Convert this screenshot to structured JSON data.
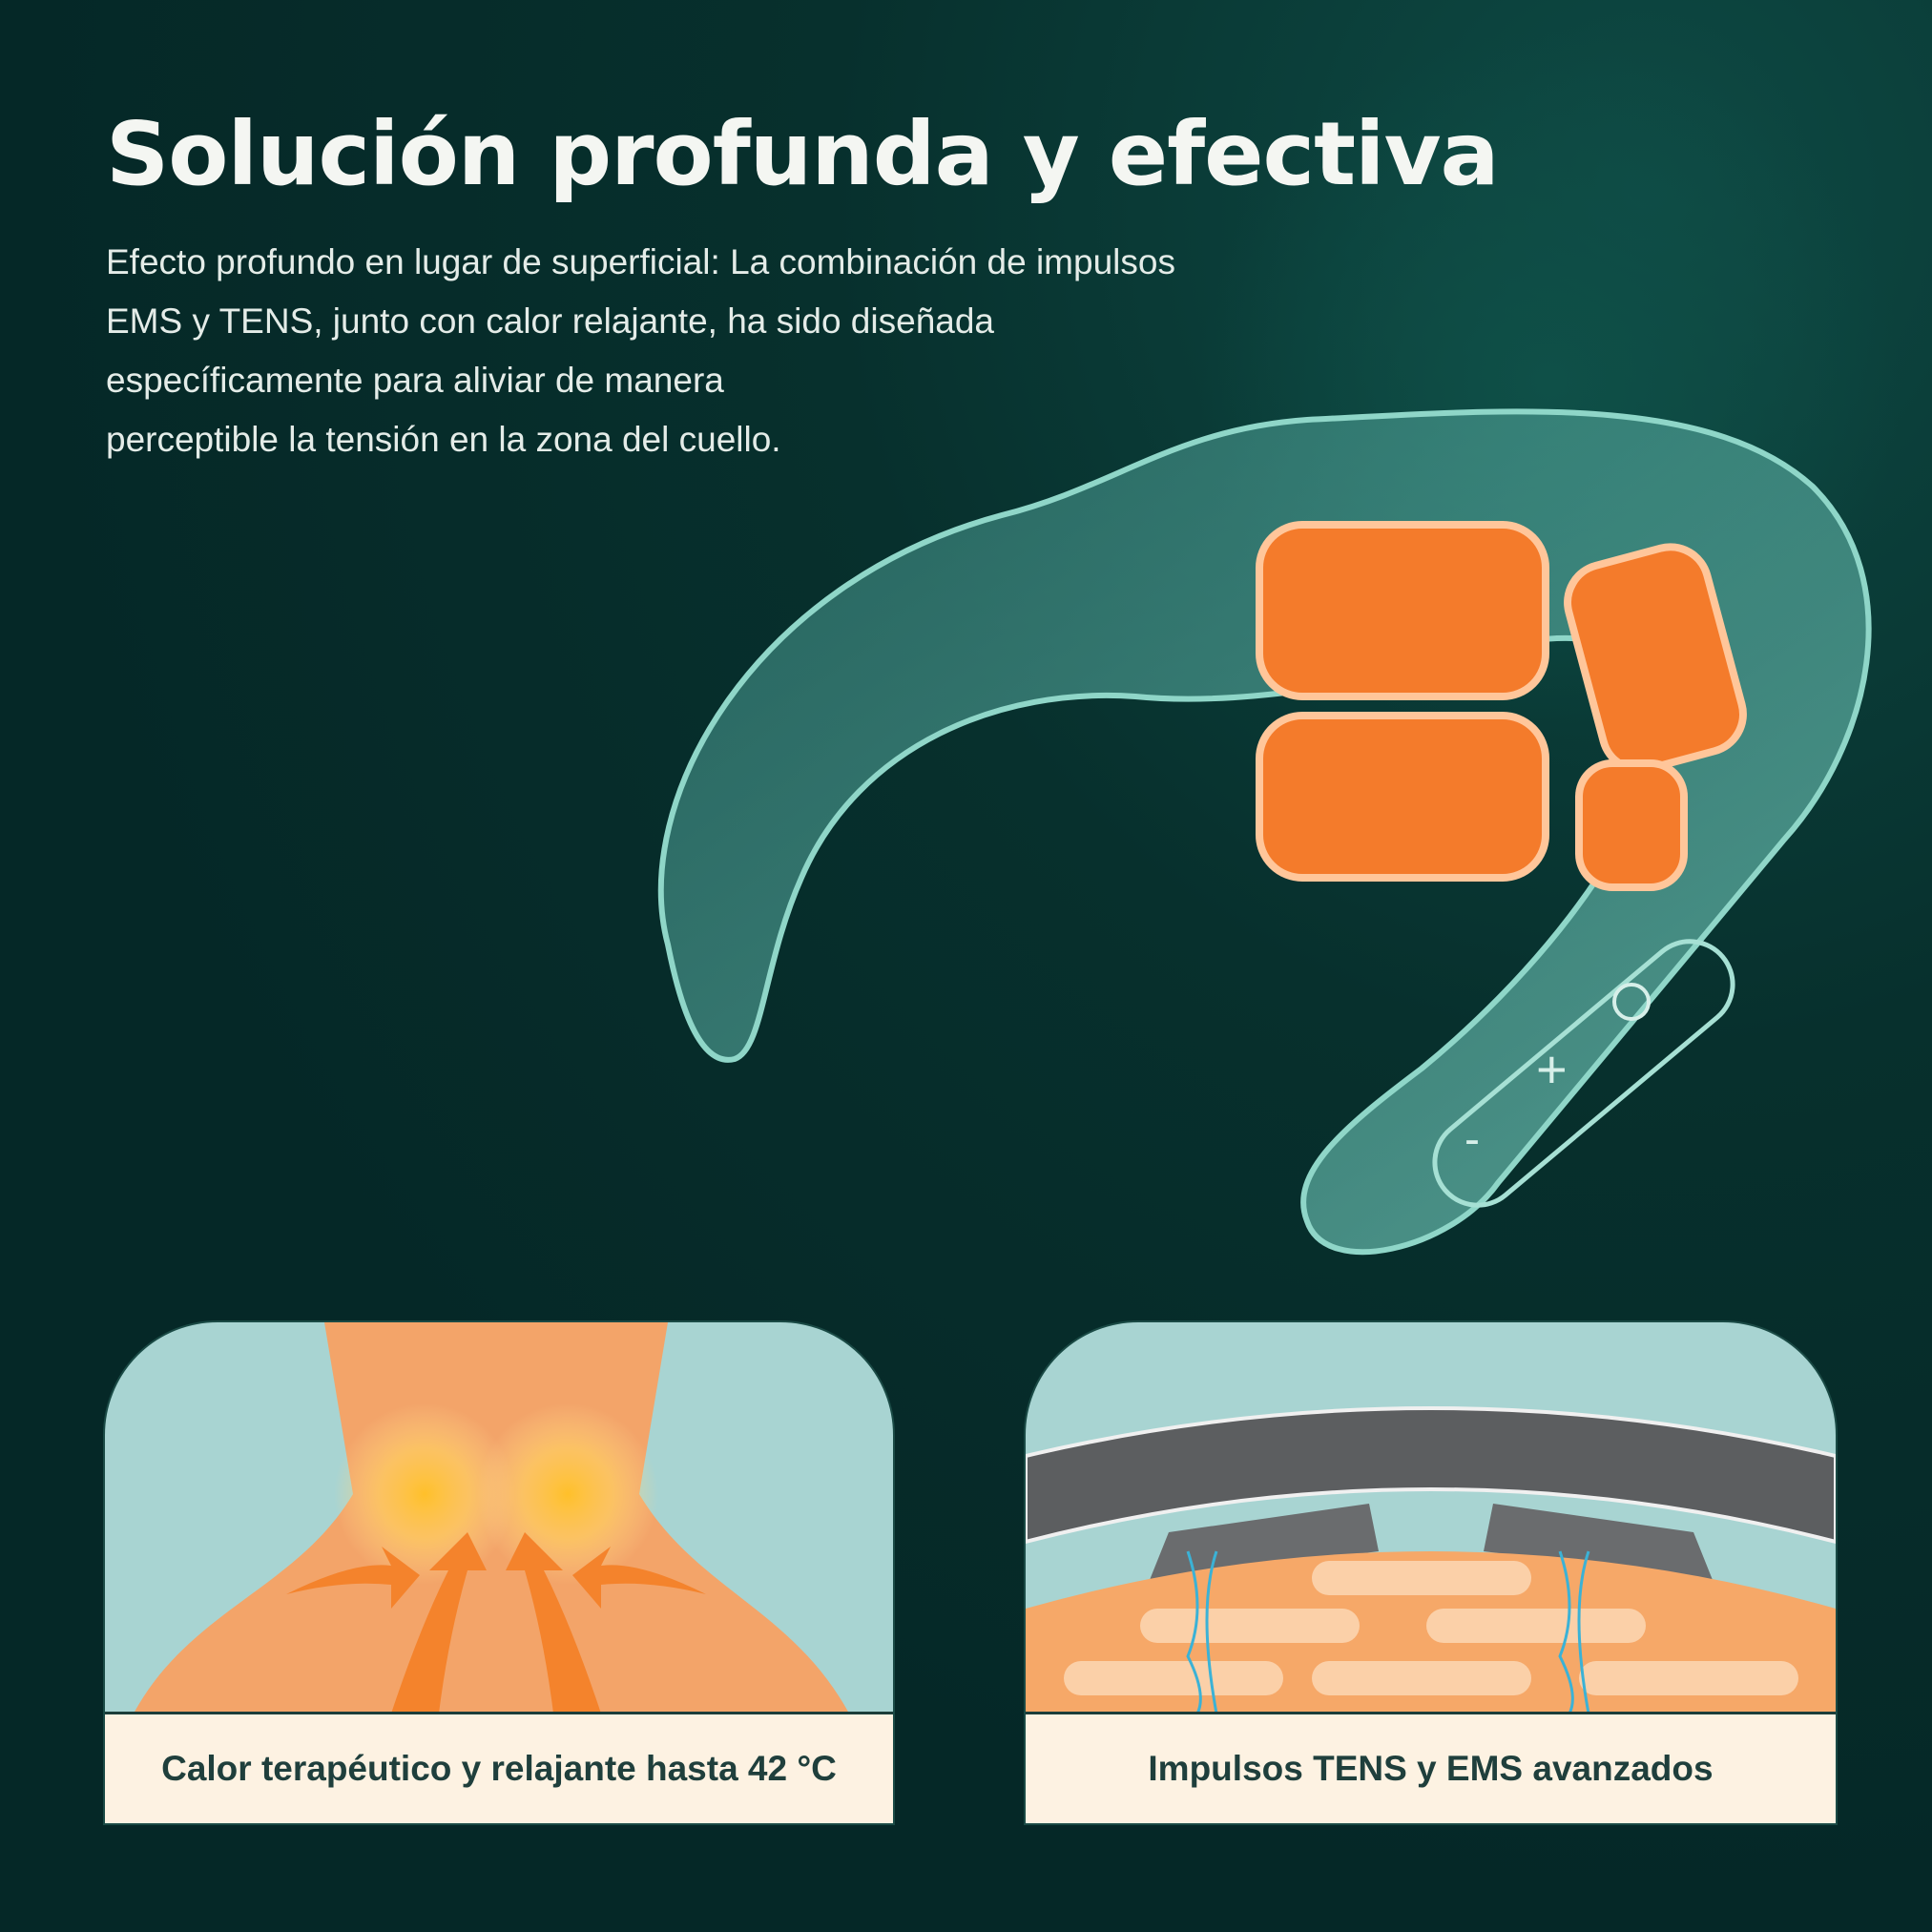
{
  "header": {
    "title": "Solución profunda y efectiva",
    "description_lines": [
      "Efecto profundo en lugar de superficial: La combinación de impulsos",
      "EMS y TENS, junto con calor relajante, ha sido diseñada",
      "específicamente para aliviar de manera",
      "perceptible la tensión en la zona del cuello."
    ]
  },
  "device": {
    "buttons": [
      "-",
      "+",
      "power"
    ]
  },
  "cards": [
    {
      "caption": "Calor terapéutico y relajante hasta 42 °C",
      "icon": "neck-heat-illustration"
    },
    {
      "caption": "Impulsos TENS y EMS avanzados",
      "icon": "tens-ems-illustration"
    }
  ],
  "colors": {
    "background": "#052827",
    "accent": "#f27a2e",
    "device": "#5fb3a6",
    "caption_bg": "#fdf2e2"
  }
}
